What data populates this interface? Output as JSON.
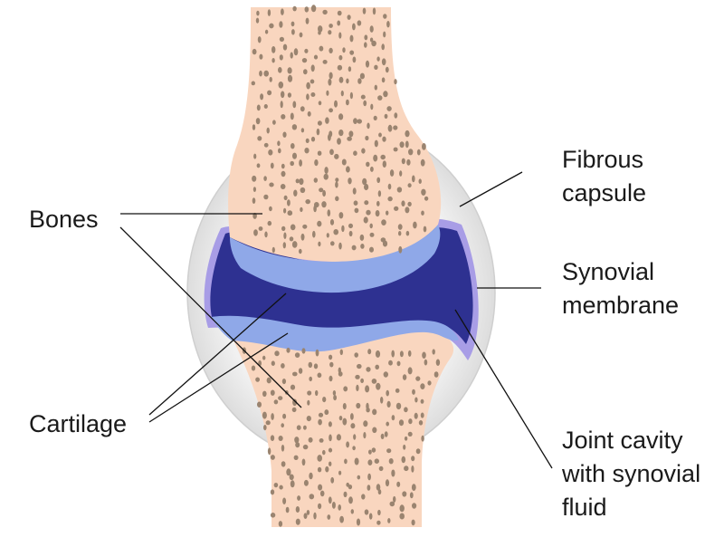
{
  "labels": {
    "bones": [
      "Bones"
    ],
    "cartilage": [
      "Cartilage"
    ],
    "fibrous_capsule": [
      "Fibrous",
      "capsule"
    ],
    "synovial_membrane": [
      "Synovial",
      "membrane"
    ],
    "joint_cavity": [
      "Joint cavity",
      "with synovial",
      "fluid"
    ]
  },
  "colors": {
    "bone": "#f9d6bf",
    "pore": "#9a8470",
    "capsule_outer": "#d9d9d9",
    "capsule_inner": "#ececec",
    "synovial_membrane": "#a89de6",
    "cartilage": "#8fa8e8",
    "joint_cavity": "#2e3191",
    "leader_line": "#111111"
  }
}
